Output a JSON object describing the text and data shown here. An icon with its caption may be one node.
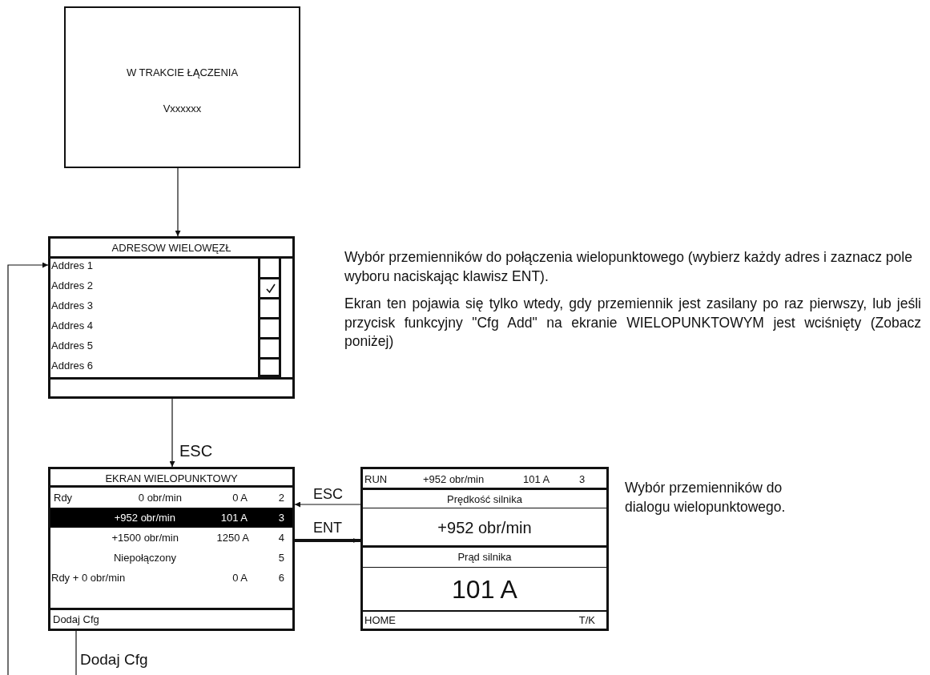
{
  "diagram": {
    "nodes": [
      {
        "text": [
          "W TRAKCIE ŁĄCZENIA",
          "Vxxxxxx"
        ]
      },
      {
        "text": [
          "ADRESOW WIELOWĘZŁ",
          "Addres 1",
          "Addres 2",
          "Addres 3",
          "Addres 4",
          "Addres 5",
          "Addres 6"
        ],
        "beside": [
          "Wybór przemienników do połączenia wielopunktowego (wybierz każdy adres i zaznacz pole wyboru naciskając klawisz ENT).",
          "Ekran ten pojawia się tylko wtedy, gdy przemiennik jest zasilany po raz pierwszy, lub jeśli przycisk funkcyjny \"Cfg Add\" na ekranie WIELOPUNKTOWYM jest wciśnięty (Zobacz poniżej)"
        ]
      },
      {
        "text": [
          "EKRAN WIELOPUNKTOWY",
          "Rdy",
          "0 obr/min",
          "0 A",
          "2",
          "+952 obr/min",
          "101 A",
          "3",
          "+1500 obr/min",
          "1250 A",
          "4",
          "Niepołączony",
          "5",
          "Rdy + 0 obr/min",
          "0 A",
          "6",
          "Dodaj Cfg"
        ]
      },
      {
        "text": [
          "RUN",
          "+952 obr/min",
          "101 A",
          "3",
          "Prędkość silnika",
          "+952 obr/min",
          "Prąd silnika",
          "101 A",
          "HOME",
          "T/K"
        ],
        "beside": [
          "Wybór przemienników do dialogu wielopunktowego."
        ]
      }
    ],
    "edges": [
      {
        "from": 0,
        "to": 1,
        "arrow": "to"
      },
      {
        "from": 1,
        "to": 2,
        "arrow": "to",
        "label": "ESC"
      },
      {
        "from": 3,
        "to": 2,
        "arrow": "to",
        "label": "ESC"
      },
      {
        "from": 2,
        "to": 3,
        "arrow": "to",
        "label": "ENT",
        "style": "thick"
      },
      {
        "from": 2,
        "to": null,
        "arrow": "none",
        "label": "Dodaj Cfg"
      },
      {
        "from": null,
        "to": 1,
        "arrow": "to"
      }
    ]
  }
}
